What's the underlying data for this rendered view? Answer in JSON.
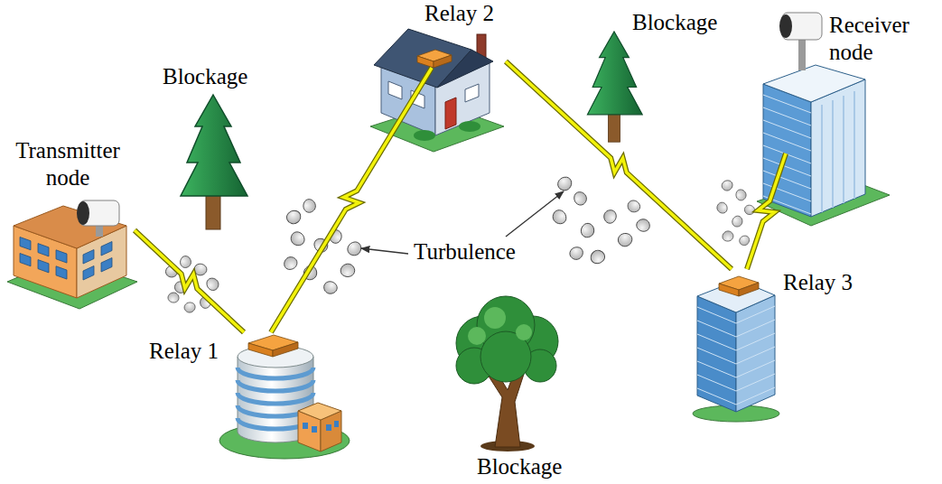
{
  "diagram": {
    "nodes": [
      {
        "text": [
          "Transmitter node"
        ]
      },
      {
        "text": [
          "Relay 1"
        ]
      },
      {
        "text": [
          "Relay 2"
        ]
      },
      {
        "text": [
          "Relay 3"
        ]
      },
      {
        "text": [
          "Receiver node"
        ]
      }
    ],
    "edges": [
      {
        "from": 0,
        "to": 1,
        "arrow": "none"
      },
      {
        "from": 1,
        "to": 2,
        "arrow": "none"
      },
      {
        "from": 2,
        "to": 3,
        "arrow": "none"
      },
      {
        "from": 3,
        "to": 4,
        "arrow": "none"
      }
    ],
    "labels": [
      "Blockage",
      "Blockage",
      "Turbulence",
      "Blockage"
    ]
  }
}
